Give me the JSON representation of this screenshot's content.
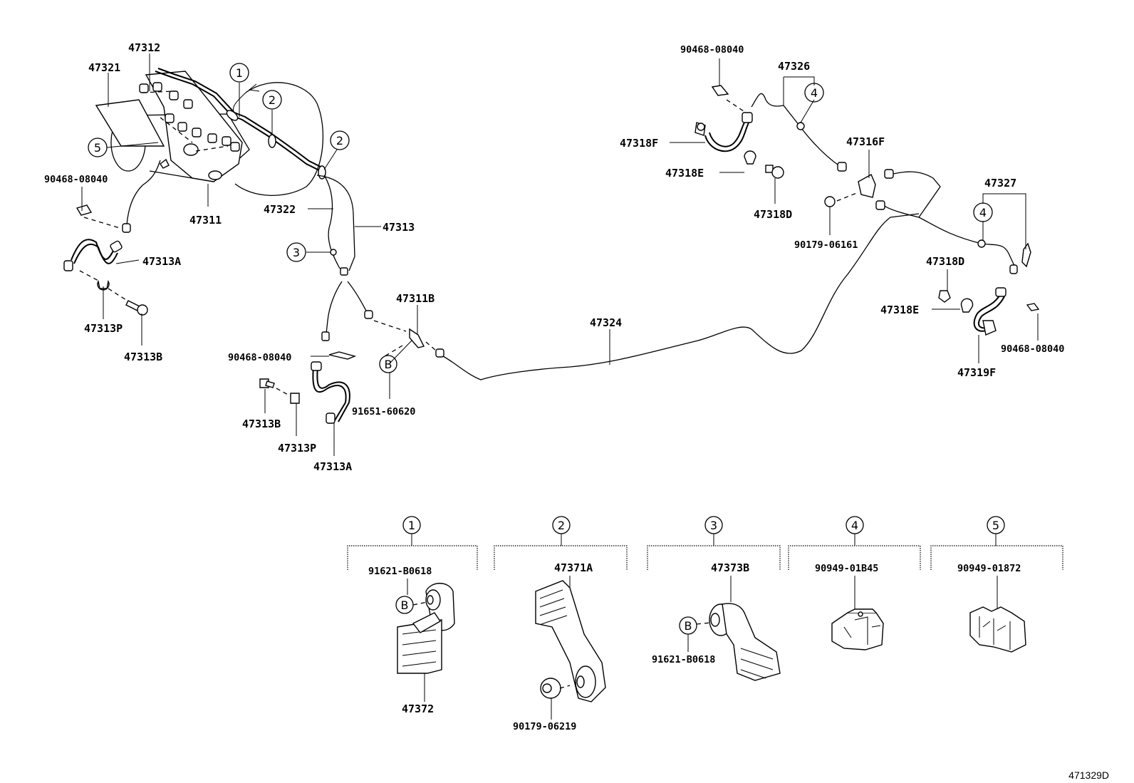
{
  "labels": {
    "p47312": "47312",
    "p47321": "47321",
    "p47311": "47311",
    "p47322": "47322",
    "p47313": "47313",
    "p90468_left": "90468-08040",
    "p47313A_top": "47313A",
    "p47313P_top": "47313P",
    "p47313B_top": "47313B",
    "p47311B": "47311B",
    "p90468_mid": "90468-08040",
    "p91651": "91651-60620",
    "p47313B_bot": "47313B",
    "p47313P_bot": "47313P",
    "p47313A_bot": "47313A",
    "p47324": "47324",
    "p90468_right_top": "90468-08040",
    "p47326": "47326",
    "p47318F": "47318F",
    "p47318E_top": "47318E",
    "p47318D_top": "47318D",
    "p47316F": "47316F",
    "p90179_06161": "90179-06161",
    "p47327": "47327",
    "p47318D_right": "47318D",
    "p47318E_right": "47318E",
    "p90468_right_bot": "90468-08040",
    "p47319F": "47319F"
  },
  "callouts": {
    "c1": "1",
    "c2a": "2",
    "c2b": "2",
    "c3": "3",
    "c4a": "4",
    "c4b": "4",
    "c5": "5",
    "cB": "B"
  },
  "detail_groups": [
    {
      "num": "1",
      "part_top": "91621-B0618",
      "part_bottom": "47372",
      "ref": "B"
    },
    {
      "num": "2",
      "part_top": "47371A",
      "part_bottom": "90179-06219"
    },
    {
      "num": "3",
      "part_top": "47373B",
      "part_side": "91621-B0618",
      "ref": "B"
    },
    {
      "num": "4",
      "part_top": "90949-01B45"
    },
    {
      "num": "5",
      "part_top": "90949-01872"
    }
  ],
  "diagram_code": "471329D"
}
